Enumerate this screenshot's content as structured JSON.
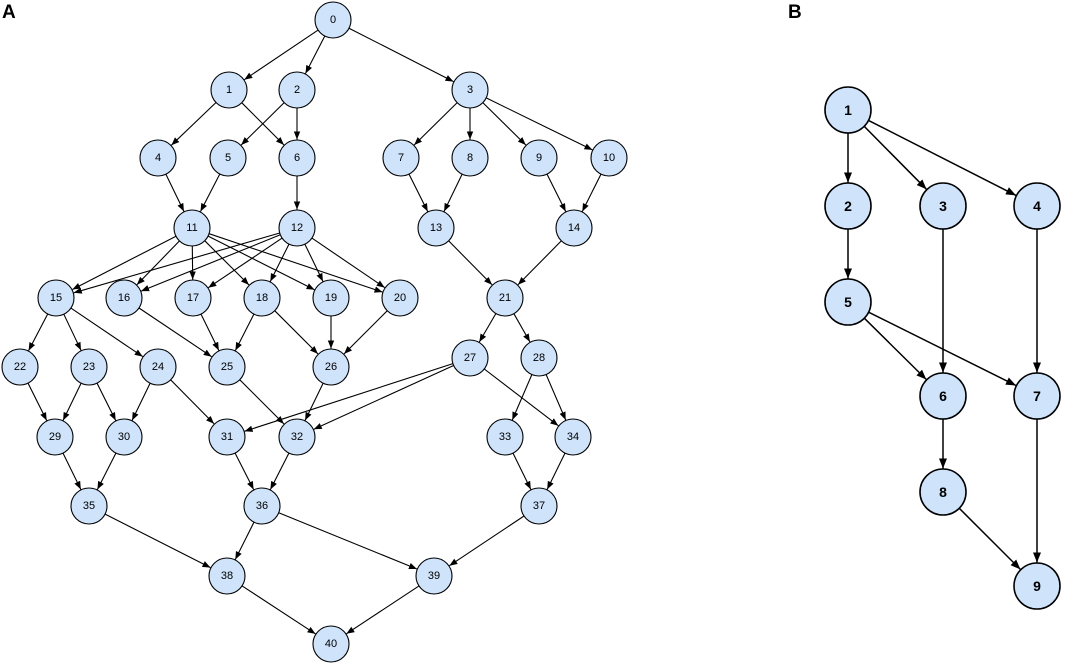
{
  "colors": {
    "node_fill": "#cfe3fb",
    "node_stroke": "#000000",
    "edge": "#000000",
    "background": "#ffffff"
  },
  "panel_a": {
    "label": "A",
    "nodes": [
      "0",
      "1",
      "2",
      "3",
      "4",
      "5",
      "6",
      "7",
      "8",
      "9",
      "10",
      "11",
      "12",
      "13",
      "14",
      "15",
      "16",
      "17",
      "18",
      "19",
      "20",
      "21",
      "22",
      "23",
      "24",
      "25",
      "26",
      "27",
      "28",
      "29",
      "30",
      "31",
      "32",
      "33",
      "34",
      "35",
      "36",
      "37",
      "38",
      "39",
      "40"
    ],
    "edges": [
      [
        "0",
        "1"
      ],
      [
        "0",
        "2"
      ],
      [
        "0",
        "3"
      ],
      [
        "1",
        "4"
      ],
      [
        "1",
        "6"
      ],
      [
        "2",
        "5"
      ],
      [
        "2",
        "6"
      ],
      [
        "3",
        "7"
      ],
      [
        "3",
        "8"
      ],
      [
        "3",
        "9"
      ],
      [
        "3",
        "10"
      ],
      [
        "4",
        "11"
      ],
      [
        "5",
        "11"
      ],
      [
        "6",
        "12"
      ],
      [
        "7",
        "13"
      ],
      [
        "8",
        "13"
      ],
      [
        "9",
        "14"
      ],
      [
        "10",
        "14"
      ],
      [
        "11",
        "15"
      ],
      [
        "11",
        "16"
      ],
      [
        "11",
        "17"
      ],
      [
        "11",
        "18"
      ],
      [
        "11",
        "19"
      ],
      [
        "11",
        "20"
      ],
      [
        "12",
        "15"
      ],
      [
        "12",
        "16"
      ],
      [
        "12",
        "17"
      ],
      [
        "12",
        "18"
      ],
      [
        "12",
        "19"
      ],
      [
        "12",
        "20"
      ],
      [
        "13",
        "21"
      ],
      [
        "14",
        "21"
      ],
      [
        "15",
        "22"
      ],
      [
        "15",
        "23"
      ],
      [
        "15",
        "24"
      ],
      [
        "16",
        "25"
      ],
      [
        "17",
        "25"
      ],
      [
        "18",
        "25"
      ],
      [
        "18",
        "26"
      ],
      [
        "19",
        "26"
      ],
      [
        "20",
        "26"
      ],
      [
        "21",
        "27"
      ],
      [
        "21",
        "28"
      ],
      [
        "22",
        "29"
      ],
      [
        "23",
        "29"
      ],
      [
        "23",
        "30"
      ],
      [
        "24",
        "30"
      ],
      [
        "24",
        "31"
      ],
      [
        "25",
        "32"
      ],
      [
        "26",
        "32"
      ],
      [
        "27",
        "31"
      ],
      [
        "27",
        "32"
      ],
      [
        "27",
        "34"
      ],
      [
        "28",
        "33"
      ],
      [
        "28",
        "34"
      ],
      [
        "29",
        "35"
      ],
      [
        "30",
        "35"
      ],
      [
        "31",
        "36"
      ],
      [
        "32",
        "36"
      ],
      [
        "33",
        "37"
      ],
      [
        "34",
        "37"
      ],
      [
        "35",
        "38"
      ],
      [
        "36",
        "38"
      ],
      [
        "36",
        "39"
      ],
      [
        "37",
        "39"
      ],
      [
        "38",
        "40"
      ],
      [
        "39",
        "40"
      ]
    ]
  },
  "panel_b": {
    "label": "B",
    "nodes": [
      "1",
      "2",
      "3",
      "4",
      "5",
      "6",
      "7",
      "8",
      "9"
    ],
    "edges": [
      [
        "1",
        "2"
      ],
      [
        "1",
        "3"
      ],
      [
        "1",
        "4"
      ],
      [
        "2",
        "5"
      ],
      [
        "3",
        "6"
      ],
      [
        "4",
        "7"
      ],
      [
        "5",
        "6"
      ],
      [
        "5",
        "7"
      ],
      [
        "6",
        "8"
      ],
      [
        "7",
        "9"
      ],
      [
        "8",
        "9"
      ]
    ]
  }
}
